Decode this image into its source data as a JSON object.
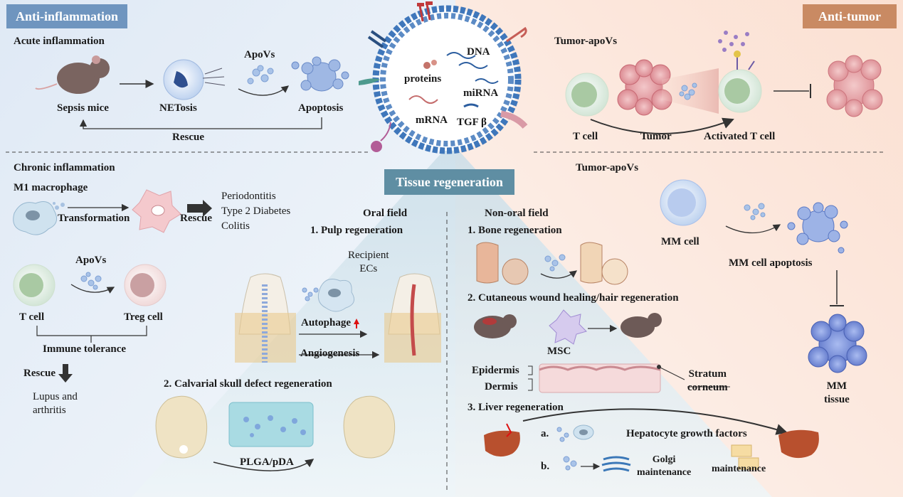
{
  "sections": {
    "anti_inflammation": "Anti-inflammation",
    "anti_tumor": "Anti-tumor",
    "tissue_regeneration": "Tissue regeneration"
  },
  "acute": {
    "title": "Acute inflammation",
    "apovs": "ApoVs",
    "sepsis_mice": "Sepsis mice",
    "netosis": "NETosis",
    "apoptosis": "Apoptosis",
    "rescue": "Rescue"
  },
  "chronic": {
    "title": "Chronic inflammation",
    "m1": "M1 macrophage",
    "transformation": "Transformation",
    "rescue": "Rescue",
    "diseases": [
      "Periodontitis",
      "Type 2 Diabetes",
      "Colitis"
    ],
    "apovs": "ApoVs",
    "t_cell": "T cell",
    "treg_cell": "Treg cell",
    "immune_tolerance": "Immune tolerance",
    "rescue2": "Rescue",
    "lupus": "Lupus and\narthritis"
  },
  "vesicle": {
    "dna": "DNA",
    "proteins": "proteins",
    "mirna": "miRNA",
    "mrna": "mRNA",
    "tgfb": "TGF β"
  },
  "tumor1": {
    "title": "Tumor-apoVs",
    "t_cell": "T cell",
    "tumor": "Tumor",
    "activated": "Activated T cell"
  },
  "tumor2": {
    "title": "Tumor-apoVs",
    "mm_cell": "MM cell",
    "mm_apoptosis": "MM cell apoptosis",
    "mm_tissue": "MM\ntissue"
  },
  "oral": {
    "title": "Oral field",
    "pulp": "1. Pulp regeneration",
    "recipient": "Recipient\nECs",
    "autophage": "Autophage",
    "angiogenesis": "Angiogenesis",
    "calvarial": "2. Calvarial skull defect regeneration",
    "plga": "PLGA/pDA"
  },
  "nonoral": {
    "title": "Non-oral field",
    "bone": "1. Bone regeneration",
    "wound": "2. Cutaneous wound healing/hair regeneration",
    "msc": "MSC",
    "epidermis": "Epidermis",
    "dermis": "Dermis",
    "stratum": "Stratum\ncorneum",
    "liver": "3. Liver regeneration",
    "a": "a.",
    "hgf": "Hepatocyte growth factors",
    "b": "b.",
    "golgi": "Golgi\nmaintenance",
    "maintenance": "maintenance"
  },
  "colors": {
    "anti_inflammation_badge": "#6f95bf",
    "anti_tumor_badge": "#c98a63",
    "tissue_badge": "#5f8ea3",
    "membrane_blue": "#4a80c0",
    "bg_left": "#e7eff8",
    "bg_right": "#fbe6dc"
  }
}
